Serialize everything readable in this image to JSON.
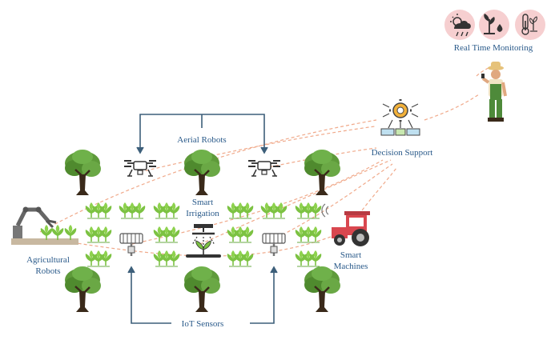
{
  "labels": {
    "real_time_monitoring": "Real Time Monitoring",
    "aerial_robots": "Aerial Robots",
    "decision_support": "Decision Support",
    "smart_irrigation_1": "Smart",
    "smart_irrigation_2": "Irrigation",
    "smart_machines_1": "Smart",
    "smart_machines_2": "Machines",
    "agricultural_robots_1": "Agricultural",
    "agricultural_robots_2": "Robots",
    "iot_sensors": "IoT Sensors"
  },
  "monitoring_icons": [
    "weather-icon",
    "soil-moisture-icon",
    "temperature-icon"
  ],
  "colors": {
    "label_text": "#2a5a8a",
    "bracket_line": "#3d5f7a",
    "dashed_flow": "#f0a98a",
    "tree_foliage": "#5e9a3a",
    "tree_trunk": "#3a2a1a",
    "crop": "#7cc242",
    "tractor": "#d9474f",
    "icon_bg": "#f6cfd0",
    "farmer_overalls": "#4e8a3a"
  }
}
